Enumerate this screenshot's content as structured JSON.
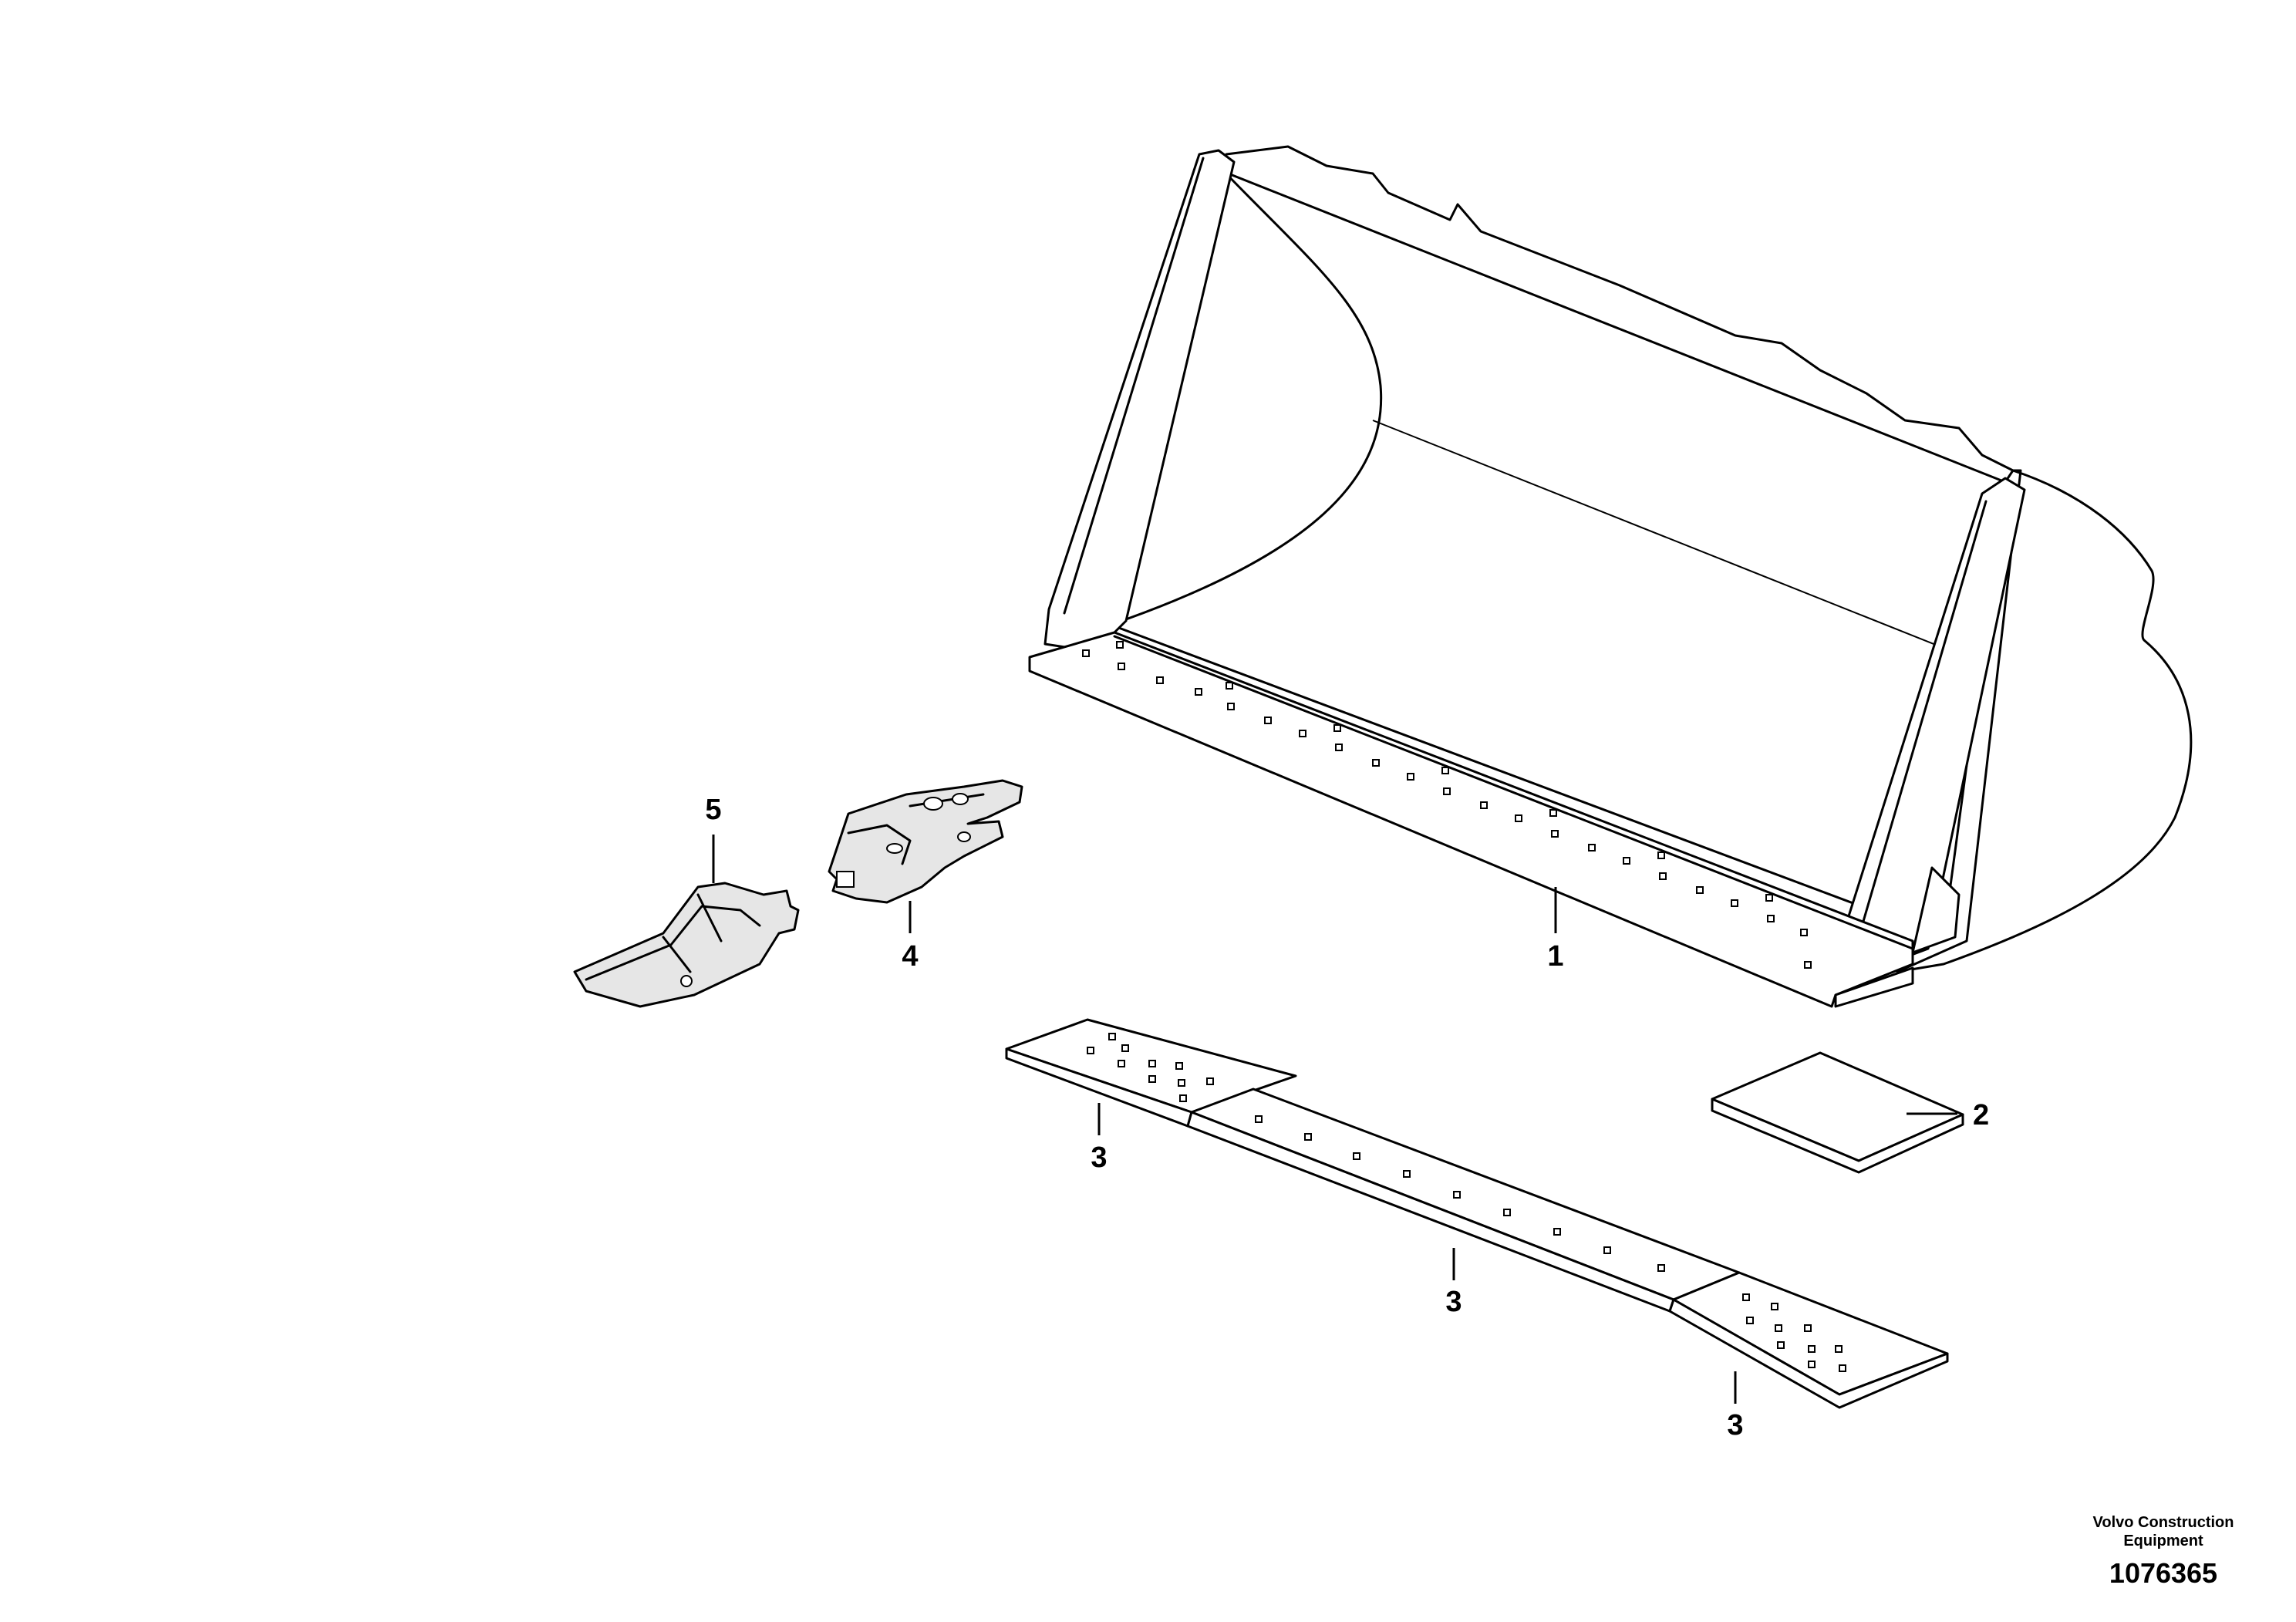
{
  "callouts": {
    "bucket": "1",
    "wear_plate": "2",
    "edge_segment_left": "3",
    "edge_segment_middle": "3",
    "edge_segment_right": "3",
    "tooth_adapter": "4",
    "tooth": "5"
  },
  "credit": {
    "line1": "Volvo Construction",
    "line2": "Equipment"
  },
  "drawing_number": "1076365"
}
